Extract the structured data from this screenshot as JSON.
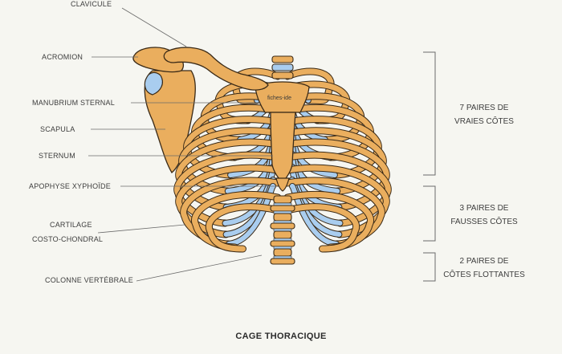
{
  "labels_left": {
    "clavicule": "CLAVICULE",
    "acromion": "ACROMION",
    "manubrium": "MANUBRIUM STERNAL",
    "scapula": "SCAPULA",
    "sternum": "STERNUM",
    "xiphoide": "APOPHYSE XYPHOÏDE",
    "cartilage_1": "CARTILAGE",
    "cartilage_2": "COSTO-CHONDRAL",
    "colonne": "COLONNE VERTÉBRALE"
  },
  "labels_right": {
    "vraies_1": "7 PAIRES DE",
    "vraies_2": "VRAIES CÔTES",
    "fausses_1": "3 PAIRES DE",
    "fausses_2": "FAUSSES CÔTES",
    "flottantes_1": "2 PAIRES DE",
    "flottantes_2": "CÔTES FLOTTANTES"
  },
  "watermark": "fiches-ide",
  "title": "CAGE THORACIQUE",
  "colors": {
    "bone": "#eaae5e",
    "cartilage": "#a9cdef",
    "outline": "#3a2a17",
    "background": "#f6f6f1",
    "line": "#6b6b6b"
  }
}
